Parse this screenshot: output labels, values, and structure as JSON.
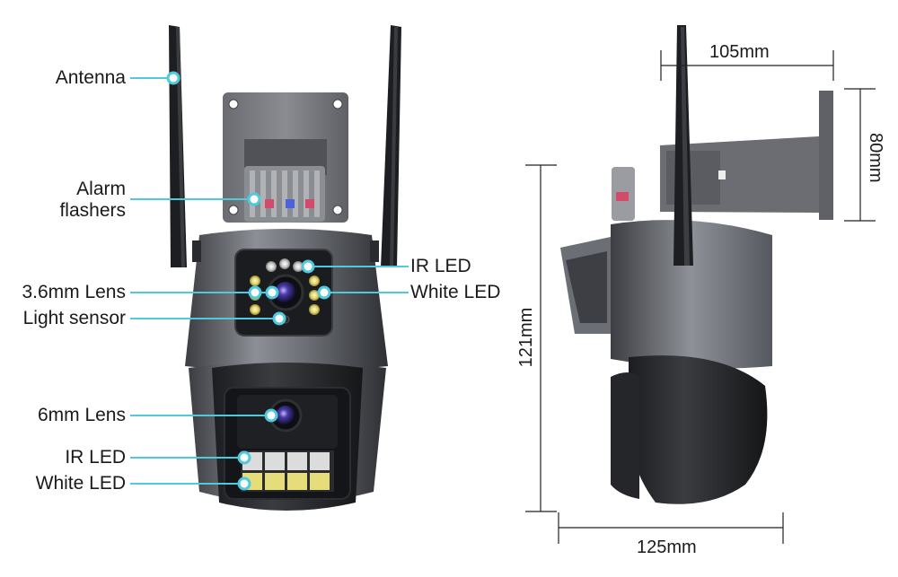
{
  "front_view": {
    "labels": {
      "antenna": "Antenna",
      "alarm_flashers_1": "Alarm",
      "alarm_flashers_2": "flashers",
      "ir_led_top": "IR LED",
      "lens_36": "3.6mm Lens",
      "white_led_top": "White LED",
      "light_sensor": "Light sensor",
      "lens_6": "6mm Lens",
      "ir_led_bottom": "IR LED",
      "white_led_bottom": "White LED"
    }
  },
  "side_view": {
    "dimensions": {
      "bracket_depth": "105mm",
      "bracket_height": "80mm",
      "body_height": "121mm",
      "body_width": "125mm"
    }
  },
  "colors": {
    "callout": "#4fc9dc",
    "body_dark": "#2a2c30",
    "body_mid": "#5a5d63",
    "bracket": "#6e7075"
  }
}
